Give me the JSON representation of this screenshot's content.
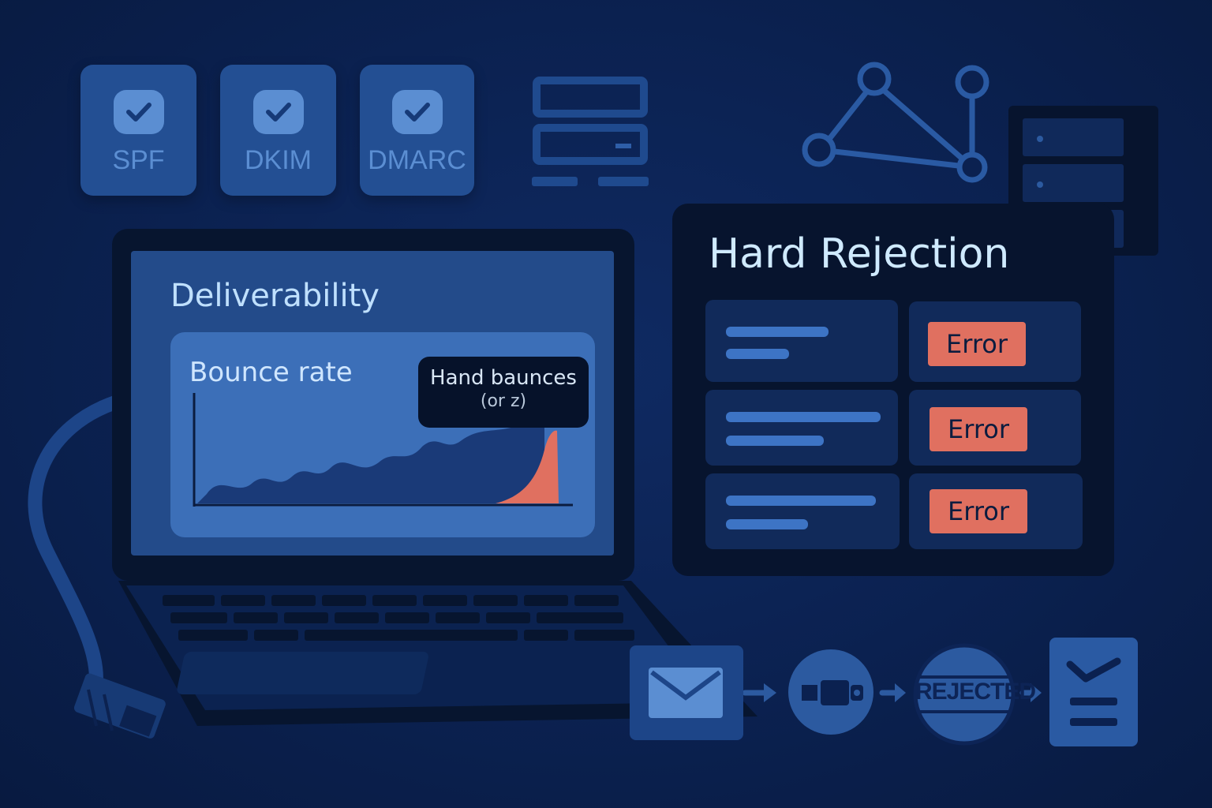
{
  "auth_badges": [
    {
      "label": "SPF",
      "icon": "check-icon"
    },
    {
      "label": "DKIM",
      "icon": "check-icon"
    },
    {
      "label": "DMARC",
      "icon": "check-icon"
    }
  ],
  "laptop": {
    "screen_title": "Deliverability",
    "chart": {
      "title": "Bounce rate",
      "tooltip_line1": "Hand baunces",
      "tooltip_line2": "(or z)"
    }
  },
  "hard_rejection": {
    "title": "Hard Rejection",
    "rows": [
      {
        "status": "Error"
      },
      {
        "status": "Error"
      },
      {
        "status": "Error"
      }
    ]
  },
  "flow": {
    "steps": [
      "envelope-icon",
      "plug-icon",
      "rejected-stamp",
      "checklist-icon"
    ],
    "stamp_label": "REJECTED"
  },
  "colors": {
    "background": "#0b2150",
    "panel": "#234f93",
    "accent": "#5b8ed2",
    "error": "#e07060",
    "highlight_text": "#cfeaff"
  }
}
